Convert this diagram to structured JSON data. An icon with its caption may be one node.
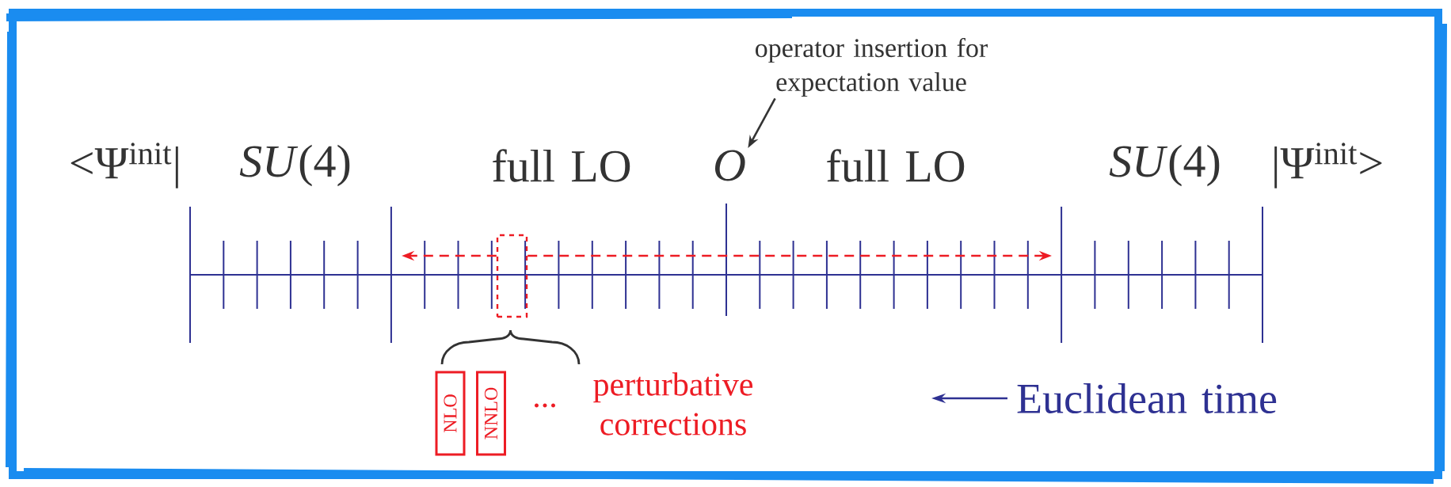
{
  "diagram": {
    "nodes": [
      {
        "text": [
          "operator insertion for expectation value"
        ]
      },
      {
        "text": [
          "O"
        ]
      },
      {
        "text": [],
        "shape": "box"
      },
      {
        "text": [
          "NLO"
        ]
      },
      {
        "text": [
          "NNLO"
        ]
      }
    ],
    "edges": [
      {
        "from": 0,
        "to": 1,
        "arrow": "to",
        "color": "#333333"
      },
      {
        "from": 2,
        "to": null,
        "arrow": "to",
        "style": "dashed",
        "color": "#ed1c24"
      },
      {
        "from": 2,
        "to": null,
        "arrow": "to",
        "style": "dashed",
        "color": "#ed1c24"
      }
    ],
    "labels": [
      "<Ψ$^{init}$|",
      "*SU*(4)",
      "full LO",
      "full LO",
      "*SU*(4)",
      "|Ψ$^{init}$>",
      "...",
      "perturbative corrections",
      "Euclidean time"
    ]
  }
}
